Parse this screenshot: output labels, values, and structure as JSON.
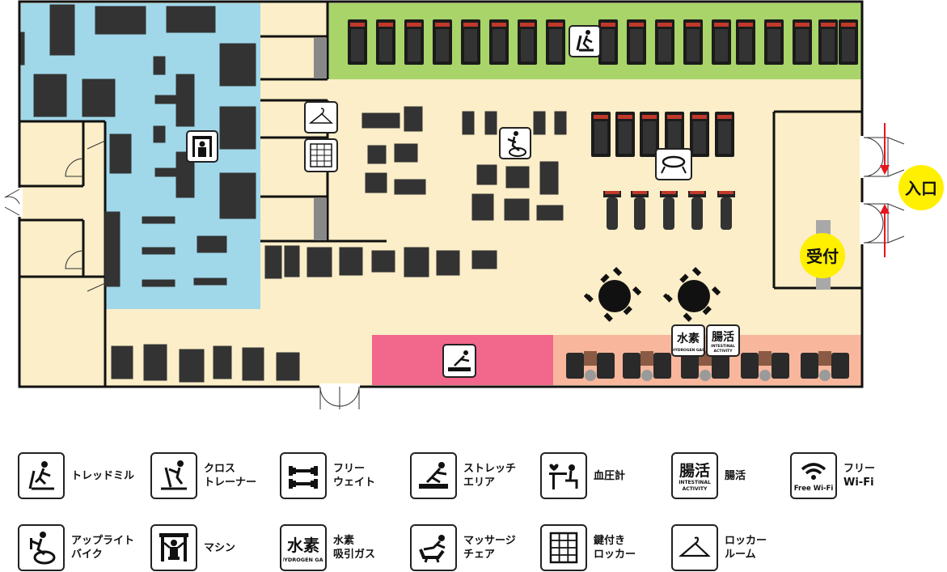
{
  "labels": {
    "entrance": "入口",
    "reception": "受付",
    "hydrogen_main": "水素",
    "hydrogen_sub": "HYDROGEN GAS",
    "intestinal_main": "腸活",
    "intestinal_sub1": "INTESTINAL",
    "intestinal_sub2": "ACTIVITY",
    "wifi_sub": "Free Wi-Fi"
  },
  "colors": {
    "wall": "#111111",
    "floor": "#fbeec8",
    "free_weight_zone": "#a0d8ea",
    "treadmill_zone": "#a8d469",
    "stretch_zone": "#f2678c",
    "massage_zone": "#f8b79c",
    "badge_yellow": "#ffef00",
    "arrow_red": "#e8141e"
  },
  "legend": [
    {
      "icon": "treadmill-icon",
      "label": "トレッドミル"
    },
    {
      "icon": "cross-trainer-icon",
      "label": "クロス\nトレーナー"
    },
    {
      "icon": "free-weight-icon",
      "label": "フリー\nウェイト"
    },
    {
      "icon": "stretch-area-icon",
      "label": "ストレッチ\nエリア"
    },
    {
      "icon": "blood-pressure-icon",
      "label": "血圧計"
    },
    {
      "icon": "intestinal-activity-icon",
      "label": "腸活"
    },
    {
      "icon": "free-wifi-icon",
      "label": "フリー\nWi-Fi"
    },
    {
      "icon": "upright-bike-icon",
      "label": "アップライト\nバイク"
    },
    {
      "icon": "machine-icon",
      "label": "マシン"
    },
    {
      "icon": "hydrogen-gas-icon",
      "label": "水素\n吸引ガス"
    },
    {
      "icon": "massage-chair-icon",
      "label": "マッサージ\nチェア"
    },
    {
      "icon": "locker-icon",
      "label": "鍵付き\nロッカー"
    },
    {
      "icon": "locker-room-icon",
      "label": "ロッカー\nルーム"
    }
  ]
}
